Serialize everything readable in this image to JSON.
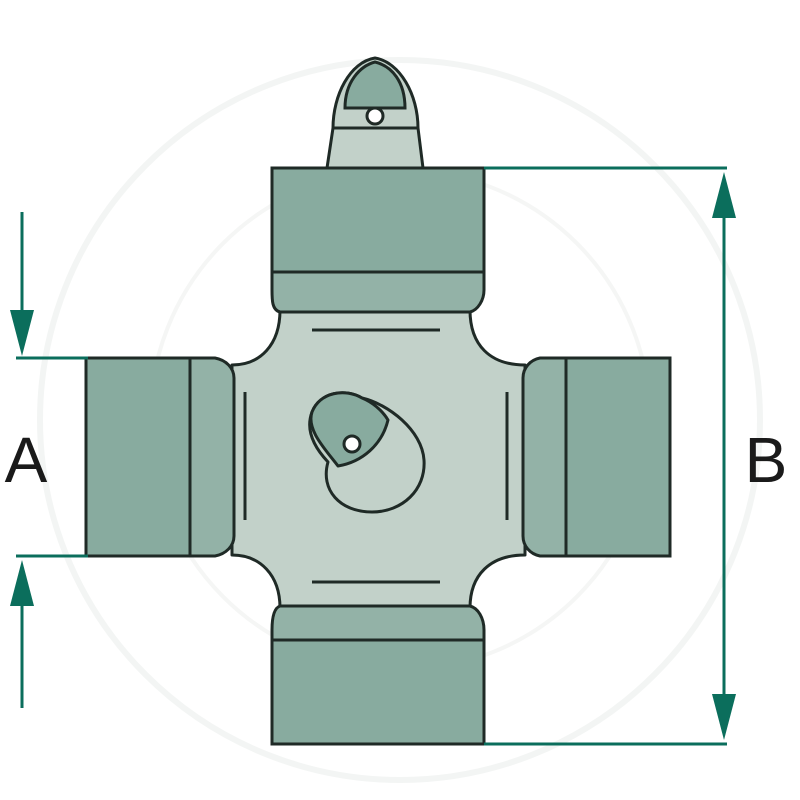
{
  "diagram": {
    "subject": "universal-joint-cross",
    "labels": {
      "a": "A",
      "b": "B"
    },
    "colors": {
      "body_light": "#c2d1c9",
      "cup_dark": "#88ab9f",
      "cup_mid": "#93b2a7",
      "outline": "#1f2a26",
      "dimension_line": "#0b6e5c",
      "watermark": "#f3f5f4"
    }
  }
}
